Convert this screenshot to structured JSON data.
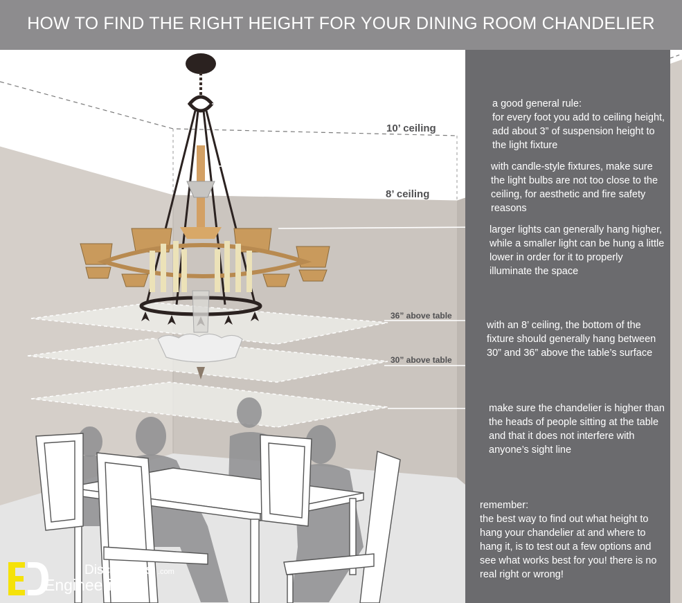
{
  "header": {
    "title": "HOW TO FIND THE RIGHT HEIGHT FOR YOUR DINING ROOM CHANDELIER"
  },
  "labels": {
    "ceiling_10": "10’ ceiling",
    "ceiling_8": "8’ ceiling",
    "above_36": "36” above table",
    "above_30": "30” above table"
  },
  "notes": {
    "general_rule": "a good general rule:\nfor every foot you add to ceiling height, add about 3” of suspension height to the light fixture",
    "candle_style": "with candle-style fixtures, make sure the light bulbs are not too close to the ceiling, for aesthetic and fire safety reasons",
    "larger_lights": "larger lights can generally hang higher, while a smaller light can be hung a little lower in order for it to properly illuminate the space",
    "eight_ceiling": "with an 8’ ceiling, the bottom of the fixture should generally hang between 30” and 36” above the table’s surface",
    "heads": "make sure the chandelier is higher than the heads of people sitting at the table and that it does not interfere with anyone’s sight line",
    "remember": "remember:\nthe best way to find out what height to hang your chandelier at and where to hang it, is to test out a few options and see what works best for you! there is no real right or wrong!"
  },
  "logo": {
    "brand": "Discoveries",
    "domain": ".com",
    "sub": "Engineering"
  },
  "colors": {
    "header_bg": "#8d8c8e",
    "panel_bg": "#6b6b6e",
    "wall": "#d2ccc6",
    "ceiling": "#ffffff",
    "floor": "#e4e4e4",
    "brass": "#c99a5c",
    "iron": "#2b2220",
    "silhouette": "#8e8e90",
    "label_text": "#505052"
  },
  "icons": {
    "logo_mark": "ed-logo-icon"
  }
}
